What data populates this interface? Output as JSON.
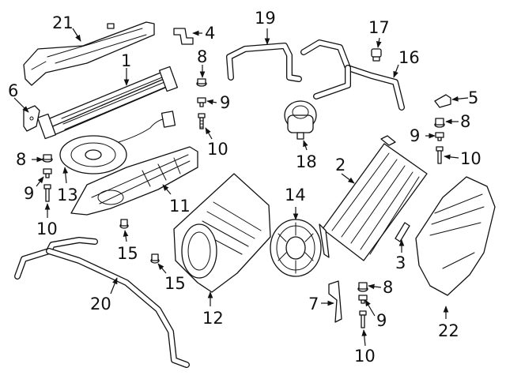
{
  "callouts": {
    "p1": "1",
    "p2": "2",
    "p3": "3",
    "p4": "4",
    "p5": "5",
    "p6": "6",
    "p7": "7",
    "p8a": "8",
    "p8b": "8",
    "p8c": "8",
    "p8d": "8",
    "p9a": "9",
    "p9b": "9",
    "p9c": "9",
    "p9d": "9",
    "p10a": "10",
    "p10b": "10",
    "p10c": "10",
    "p10d": "10",
    "p11": "11",
    "p12": "12",
    "p13": "13",
    "p14": "14",
    "p15a": "15",
    "p15b": "15",
    "p16": "16",
    "p17": "17",
    "p18": "18",
    "p19": "19",
    "p20": "20",
    "p21": "21",
    "p22": "22"
  },
  "colors": {
    "line": "#111111",
    "background": "#ffffff"
  }
}
